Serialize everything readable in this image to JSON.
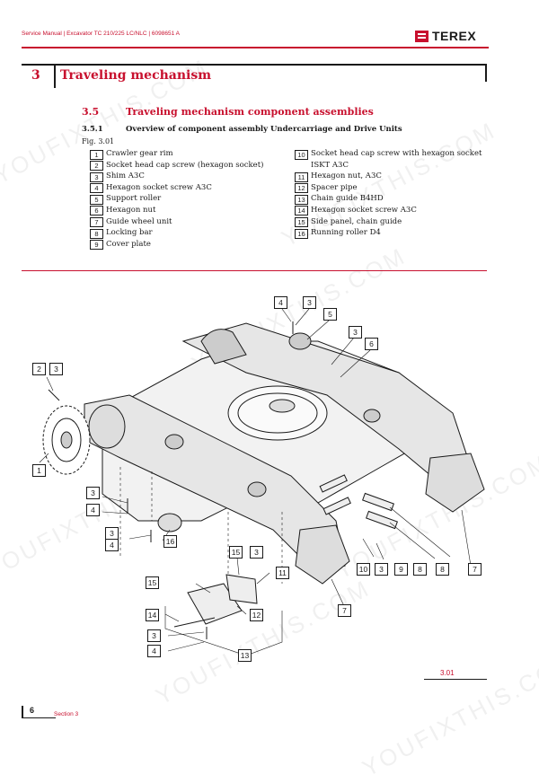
{
  "header": {
    "doc_line": "Service Manual | Excavator TC 210/225 LC/NLC | 6098651 A",
    "brand": "TEREX"
  },
  "chapter": {
    "number": "3",
    "title": "Traveling mechanism"
  },
  "section": {
    "number": "3.5",
    "title": "Traveling mechanism component assemblies"
  },
  "subsection": {
    "number": "3.5.1",
    "title": "Overview of component assembly Undercarriage and Drive Units"
  },
  "figure_label": "Fig. 3.01",
  "parts_left": [
    {
      "num": "1",
      "name": "Crawler gear rim"
    },
    {
      "num": "2",
      "name": "Socket head cap screw (hexagon socket)"
    },
    {
      "num": "3",
      "name": "Shim A3C"
    },
    {
      "num": "4",
      "name": "Hexagon socket screw A3C"
    },
    {
      "num": "5",
      "name": "Support roller"
    },
    {
      "num": "6",
      "name": "Hexagon nut"
    },
    {
      "num": "7",
      "name": "Guide wheel unit"
    },
    {
      "num": "8",
      "name": "Locking bar"
    },
    {
      "num": "9",
      "name": "Cover plate"
    }
  ],
  "parts_right": [
    {
      "num": "10",
      "name": "Socket head cap screw with hexagon socket",
      "cont": "ISKT A3C"
    },
    {
      "num": "11",
      "name": "Hexagon nut, A3C"
    },
    {
      "num": "12",
      "name": "Spacer pipe"
    },
    {
      "num": "13",
      "name": "Chain guide B4HD"
    },
    {
      "num": "14",
      "name": "Hexagon socket screw A3C"
    },
    {
      "num": "15",
      "name": "Side panel, chain guide"
    },
    {
      "num": "16",
      "name": "Running roller D4"
    }
  ],
  "callouts": [
    "4",
    "3",
    "5",
    "3",
    "6",
    "2",
    "3",
    "1",
    "3",
    "4",
    "3",
    "4",
    "16",
    "15",
    "3",
    "11",
    "15",
    "12",
    "14",
    "3",
    "4",
    "13",
    "10",
    "3",
    "9",
    "8",
    "8",
    "7",
    "7"
  ],
  "figure_ref": "3.01",
  "footer": {
    "page": "6",
    "section": "Section 3"
  },
  "watermark": "YOUFIXTHIS.COM",
  "colors": {
    "accent": "#c8102e",
    "text": "#1a1a1a"
  }
}
